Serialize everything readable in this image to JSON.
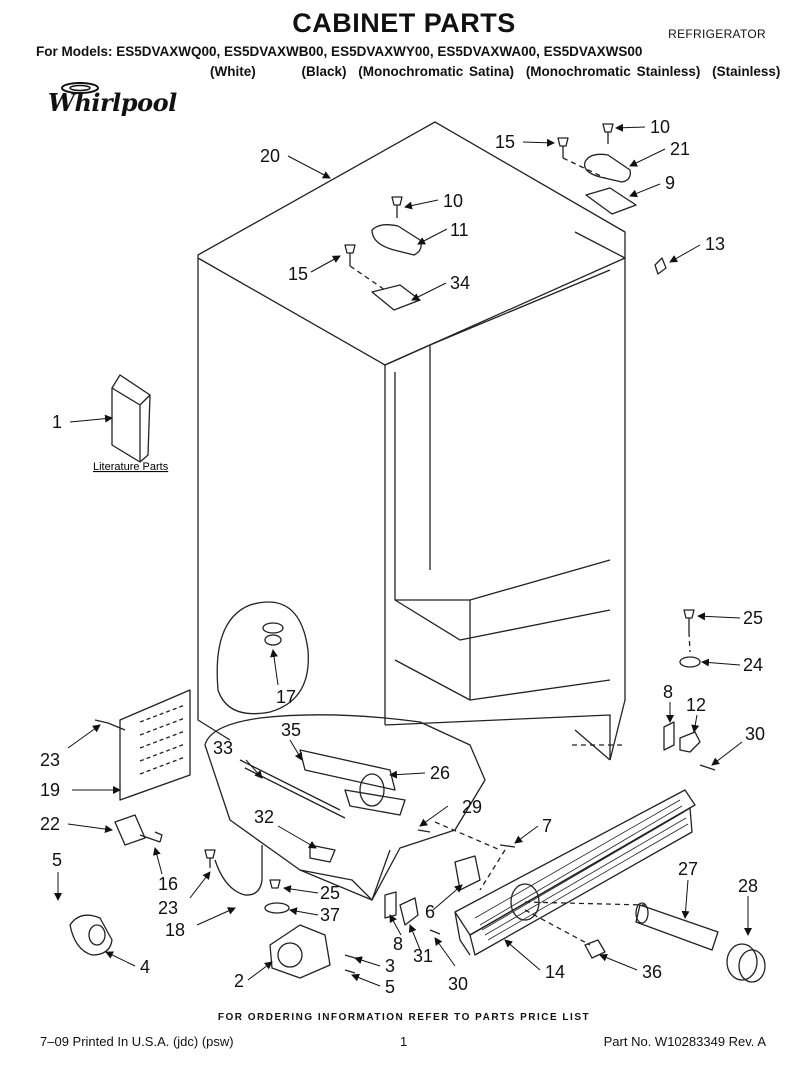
{
  "header": {
    "title": "CABINET PARTS",
    "category": "REFRIGERATOR",
    "models_line": "For Models: ES5DVAXWQ00, ES5DVAXWB00, ES5DVAXWY00, ES5DVAXWA00, ES5DVAXWS00",
    "colors": [
      "(White)",
      "(Black)",
      "(Monochromatic Satina)",
      "(Monochromatic Stainless)",
      "(Stainless)"
    ],
    "brand": "Whirlpool"
  },
  "diagram": {
    "literature_label": "Literature Parts",
    "callouts": {
      "c1": "1",
      "c2": "2",
      "c3": "3",
      "c4": "4",
      "c5a": "5",
      "c5b": "5",
      "c6": "6",
      "c7": "7",
      "c8a": "8",
      "c8b": "8",
      "c9": "9",
      "c10a": "10",
      "c10b": "10",
      "c11": "11",
      "c12": "12",
      "c13": "13",
      "c14": "14",
      "c15a": "15",
      "c15b": "15",
      "c16": "16",
      "c17": "17",
      "c18": "18",
      "c19": "19",
      "c20": "20",
      "c21": "21",
      "c22": "22",
      "c23a": "23",
      "c23b": "23",
      "c24": "24",
      "c25a": "25",
      "c25b": "25",
      "c26": "26",
      "c27": "27",
      "c28": "28",
      "c29": "29",
      "c30a": "30",
      "c30b": "30",
      "c31": "31",
      "c32": "32",
      "c33": "33",
      "c34": "34",
      "c35": "35",
      "c36": "36",
      "c37": "37"
    }
  },
  "footer": {
    "note": "FOR ORDERING INFORMATION REFER TO PARTS PRICE LIST",
    "printed": "7–09 Printed In U.S.A. (jdc) (psw)",
    "page": "1",
    "part_no": "Part No. W10283349 Rev. A"
  }
}
